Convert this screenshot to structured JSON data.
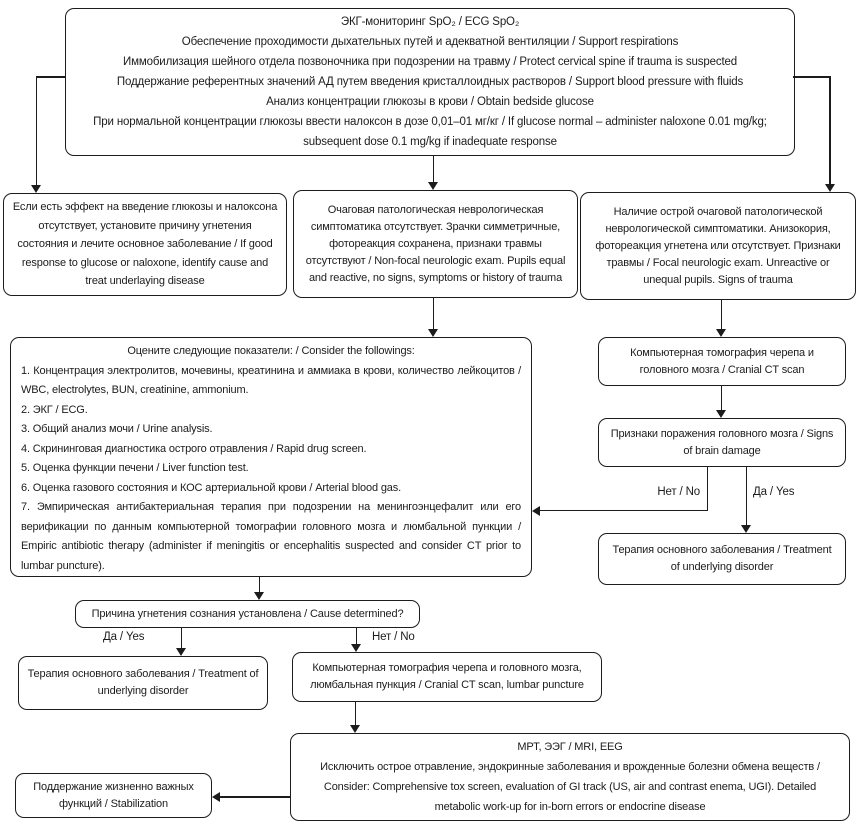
{
  "diagram": {
    "ink_color": "#1c1c1c",
    "background_color": "#ffffff"
  },
  "boxes": {
    "initial": {
      "lines": [
        "ЭКГ-мониторинг SpO₂ / ECG SpO₂",
        "Обеспечение проходимости дыхательных путей и адекватной вентиляции / Support respirations",
        "Иммобилизация шейного отдела позвоночника при подозрении на травму / Protect cervical spine if trauma is suspected",
        "Поддержание референтных значений АД путем введения кристаллоидных растворов / Support blood pressure with fluids",
        "Анализ концентрации глюкозы в крови / Obtain bedside glucose",
        "При нормальной концентрации глюкозы ввести налоксон в дозе 0,01–01 мг/кг / If glucose normal – administer naloxone 0.01 mg/kg; subsequent dose 0.1 mg/kg if inadequate response"
      ]
    },
    "response": {
      "text": "Если есть эффект на введение глюкозы и налоксона отсутствует, установите причину угнетения состояния и лечите основное заболевание / If good response to glucose or naloxone, identify cause and treat underlaying disease"
    },
    "nonfocal": {
      "text": "Очаговая патологическая неврологическая симптоматика отсутствует. Зрачки симметричные, фотореакция сохранена, признаки травмы отсутствуют / Non-focal neurologic exam. Pupils equal and reactive, no signs, symptoms or history of trauma"
    },
    "focal": {
      "text": "Наличие острой очаговой патологической неврологической симптоматики. Анизокория, фотореакция угнетена или отсутствует. Признаки травмы / Focal neurologic exam. Unreactive or unequal pupils. Signs of trauma"
    },
    "consider": {
      "title": "Оцените следующие показатели: / Consider the followings:",
      "items": [
        "1. Концентрация электролитов, мочевины, креатинина и аммиака в крови, количество лейкоцитов / WBC, electrolytes, BUN, creatinine, ammonium.",
        "2. ЭКГ / ECG.",
        "3. Общий анализ мочи / Urine analysis.",
        "4. Скрининговая диагностика острого отравления / Rapid drug screen.",
        "5. Оценка функции печени / Liver function test.",
        "6. Оценка газового состояния и КОС артериальной крови / Arterial blood gas.",
        "7. Эмпирическая антибактериальная терапия при подозрении на менингоэнцефалит или его верификации по данным компьютерной томографии головного мозга и люмбальной пункции / Empiric antibiotic therapy (administer if meningitis or encephalitis suspected and consider CT prior to lumbar puncture)."
      ]
    },
    "cranial_ct": {
      "text": "Компьютерная томография черепа и головного мозга / Cranial CT scan"
    },
    "brain_damage": {
      "text": "Признаки поражения головного мозга / Signs of brain damage"
    },
    "therapy_right": {
      "text": "Терапия основного заболевания / Treatment of underlying disorder"
    },
    "cause": {
      "text": "Причина угнетения сознания установлена / Cause determined?"
    },
    "therapy_left": {
      "text": "Терапия основного заболевания / Treatment of underlying disorder"
    },
    "ct_lumbar": {
      "text": "Компьютерная томография черепа и головного мозга, люмбальная пункция / Cranial CT scan, lumbar puncture"
    },
    "mri": {
      "title": "МРТ, ЭЭГ / MRI, EEG",
      "body": "Исключить острое отравление, эндокринные заболевания и врожденные болезни обмена веществ / Consider: Comprehensive tox screen, evaluation of GI track (US, air and contrast enema, UGI). Detailed metabolic work-up for in-born errors or endocrine disease"
    },
    "stabilization": {
      "text": "Поддержание жизненно важных функций / Stabilization"
    }
  },
  "labels": {
    "brain_damage_no": "Нет / No",
    "brain_damage_yes": "Да / Yes",
    "cause_yes": "Да / Yes",
    "cause_no": "Нет / No"
  }
}
